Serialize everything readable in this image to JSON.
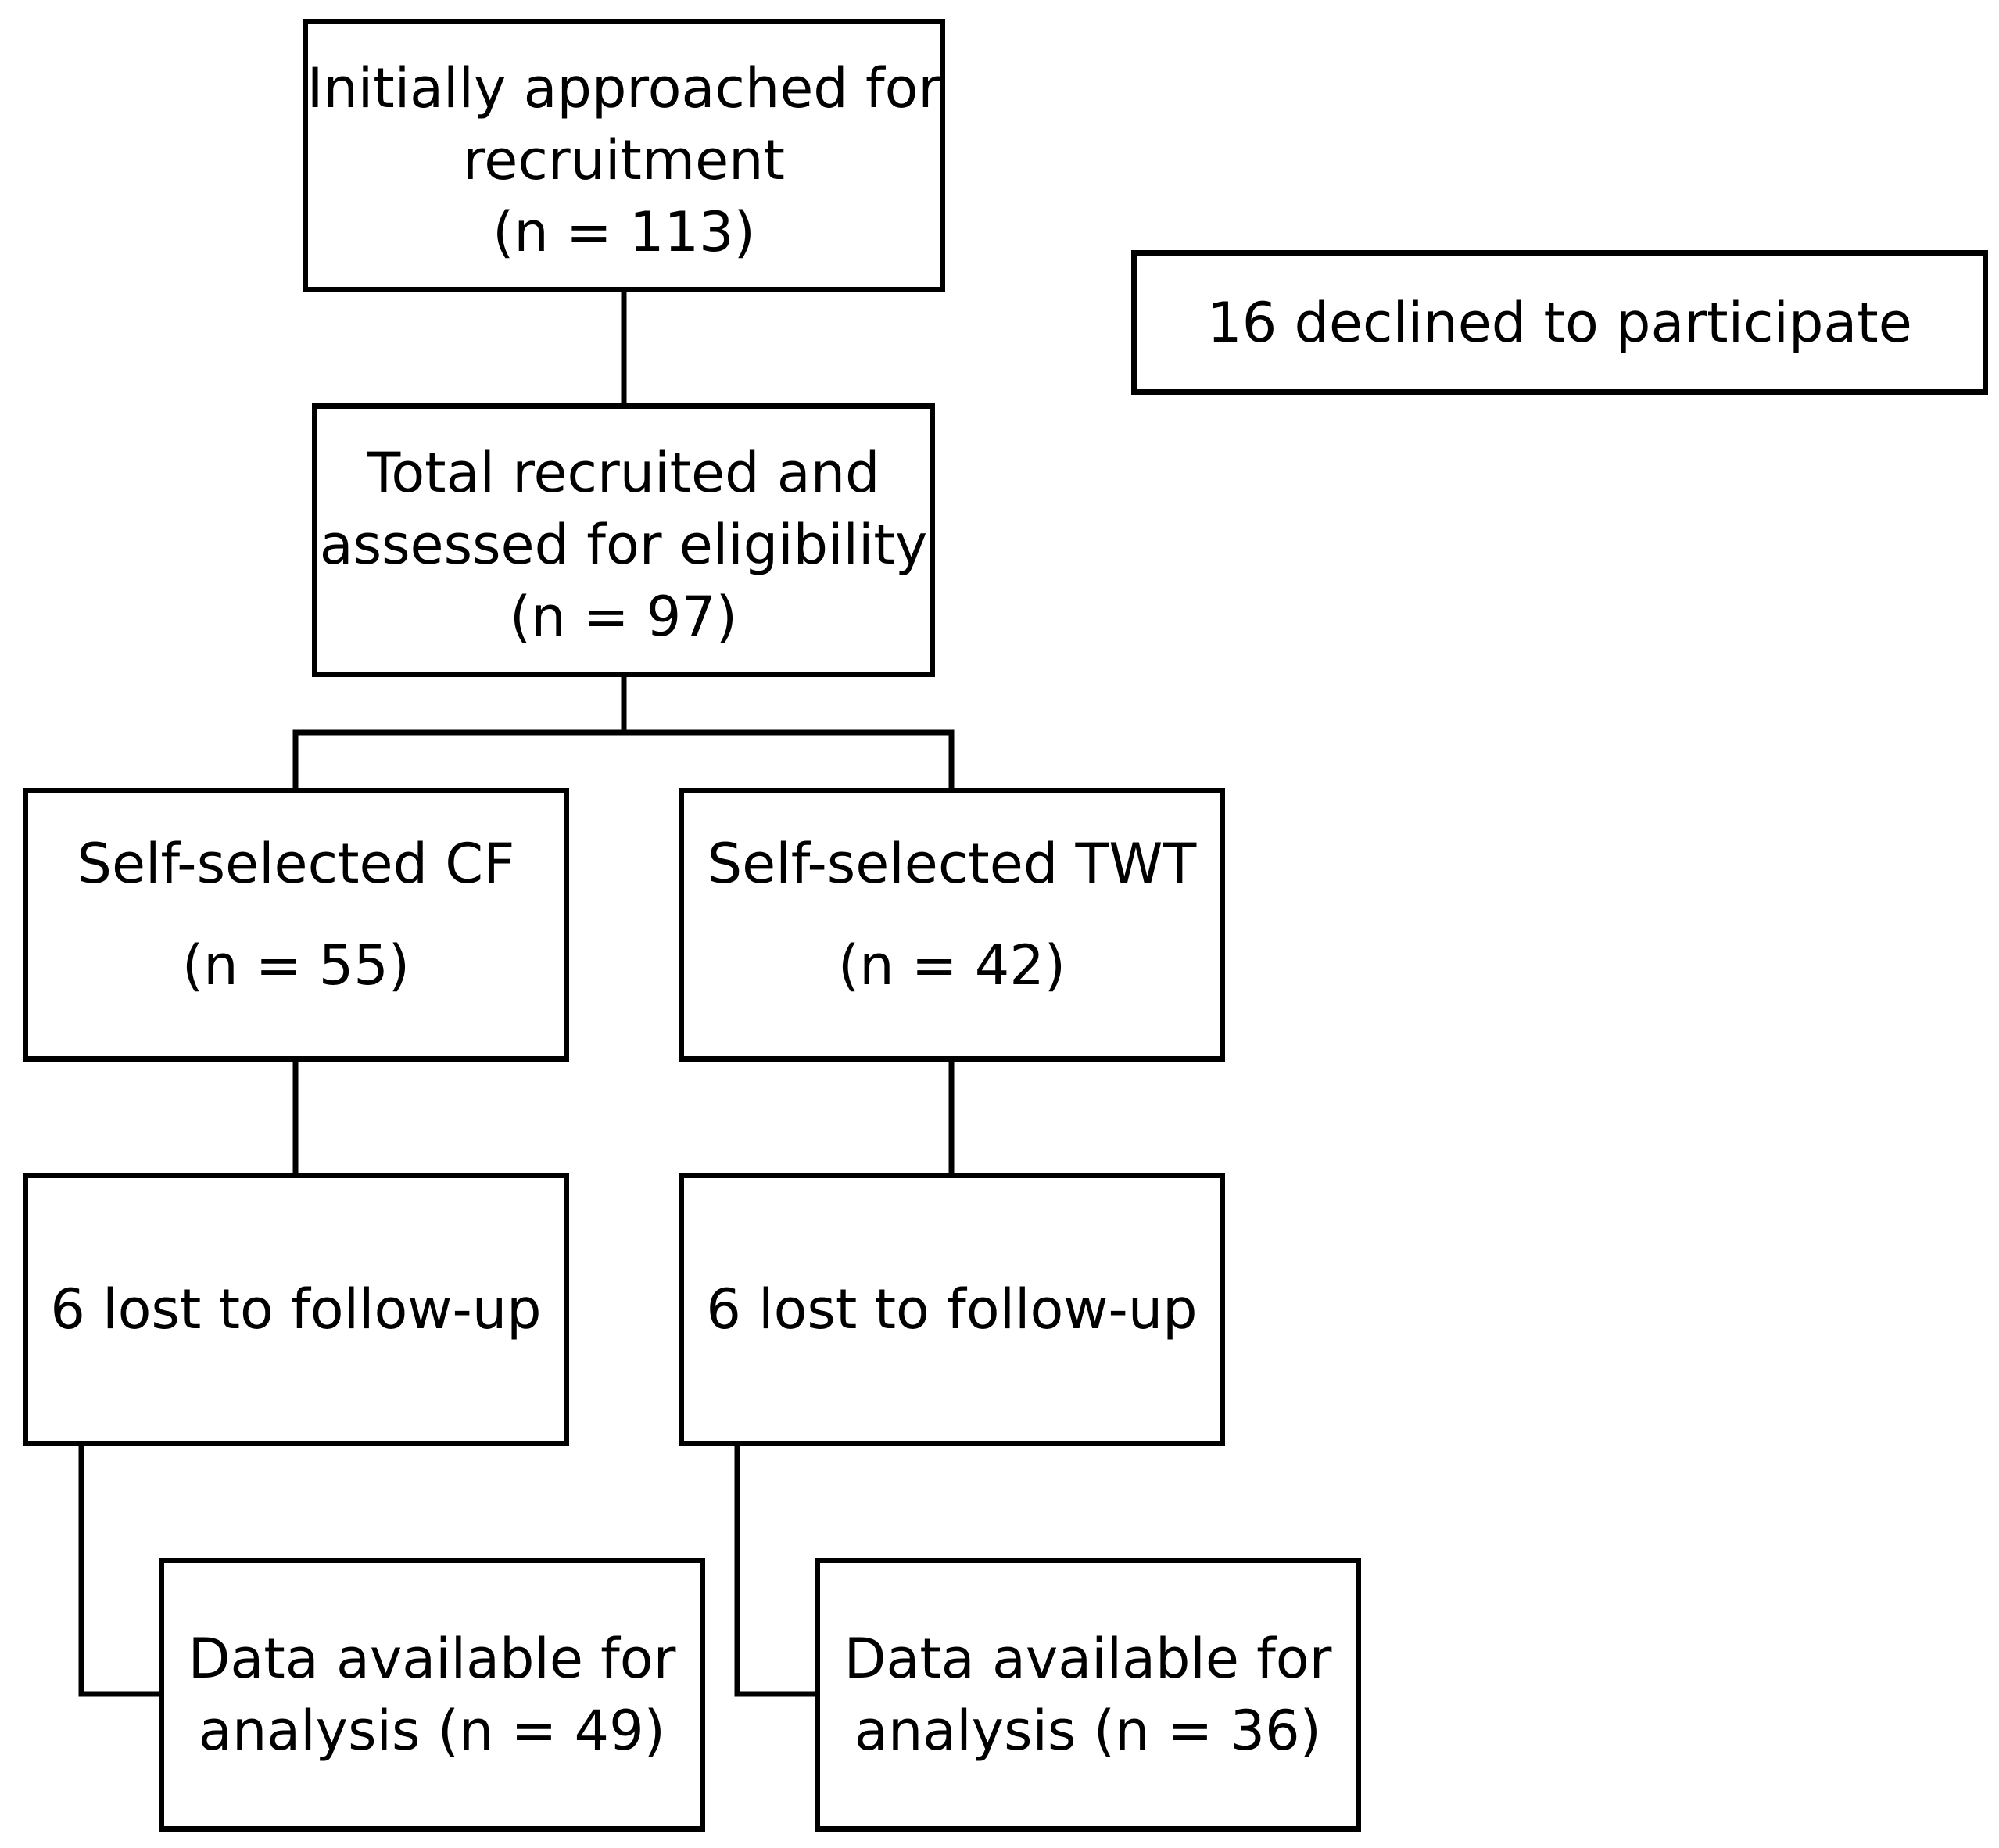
{
  "boxes": {
    "initial": {
      "line1": "Initially approached for",
      "line2": "recruitment",
      "line3": "(n = 113)"
    },
    "declined": {
      "text": "16 declined to participate"
    },
    "recruited": {
      "line1": "Total recruited and",
      "line2": "assessed for eligibility",
      "line3": "(n = 97)"
    },
    "cf": {
      "line1": "Self-selected CF",
      "line2": "(n = 55)"
    },
    "twt": {
      "line1": "Self-selected TWT",
      "line2": "(n = 42)"
    },
    "cf_lost": {
      "text": "6 lost to follow-up"
    },
    "twt_lost": {
      "text": "6 lost to follow-up"
    },
    "cf_data": {
      "line1": "Data available for",
      "line2": "analysis (n = 49)"
    },
    "twt_data": {
      "line1": "Data available for",
      "line2": "analysis (n = 36)"
    }
  },
  "colors": {
    "line": "#000000",
    "box_fill": "#ffffff"
  }
}
